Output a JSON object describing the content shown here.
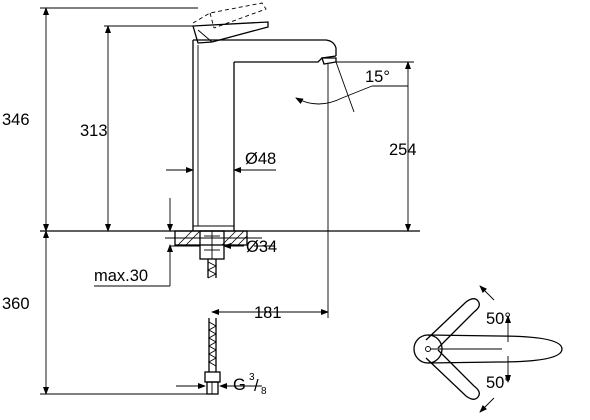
{
  "dimensions": {
    "total_height_above": "346",
    "height_to_lever": "313",
    "spout_height": "254",
    "body_diameter": "Ø48",
    "spout_angle": "15°",
    "hole_diameter": "Ø34",
    "max_thickness": "max.30",
    "below_counter": "360",
    "projection": "181",
    "connection_prefix": "G",
    "connection_num": "3",
    "connection_den": "8",
    "lever_angle_top": "50°",
    "lever_angle_bottom": "50°"
  }
}
